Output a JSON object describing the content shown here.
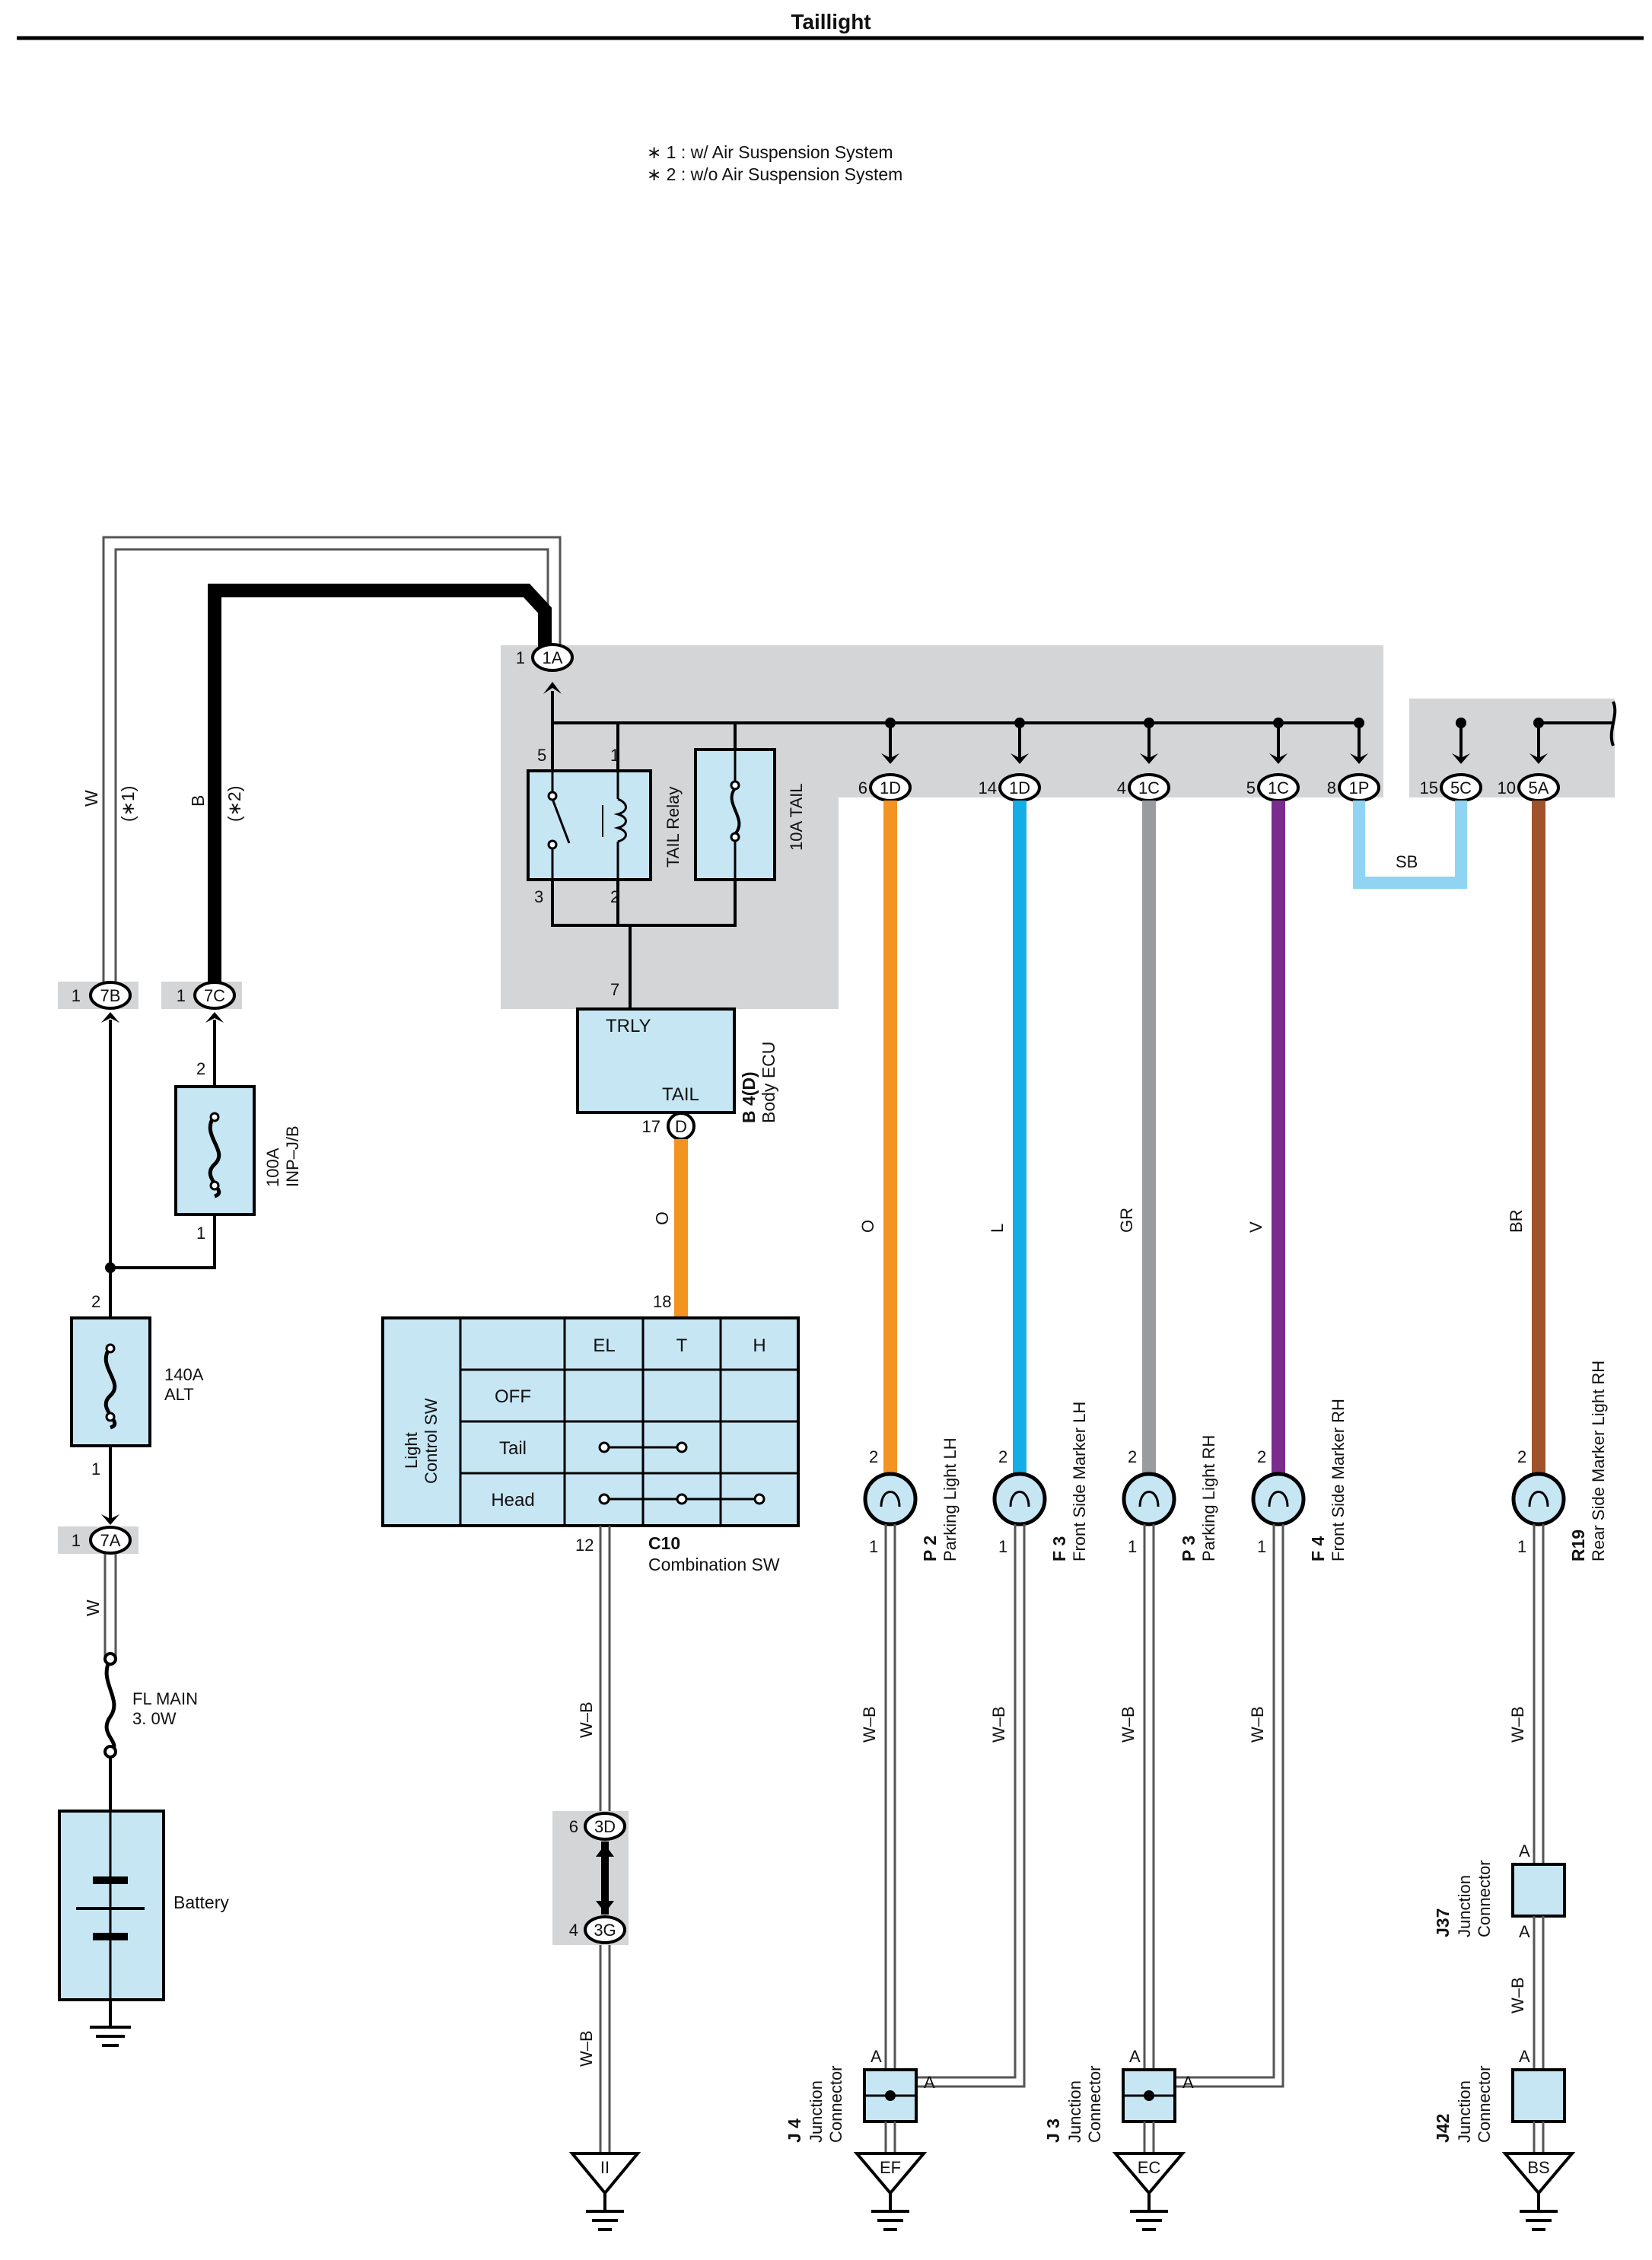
{
  "title": "Taillight",
  "notes": [
    "∗ 1 : w/ Air Suspension System",
    "∗ 2 : w/o Air Suspension System"
  ],
  "colors": {
    "box_fill": "#c6e6f4",
    "block_fill": "#d4d5d7",
    "O": "#f39321",
    "L": "#13aee6",
    "GR": "#9a9b9e",
    "V": "#7a2d8e",
    "SB": "#8fd4f2",
    "BR": "#a0522d"
  },
  "left": {
    "w1_label": "W",
    "w1_note": "(∗1)",
    "b2_label": "B",
    "b2_note": "(∗2)",
    "c7b": {
      "pin": "1",
      "id": "7B"
    },
    "c7c": {
      "pin": "1",
      "id": "7C"
    },
    "fuse100_pin_top": "2",
    "fuse100_pin_bot": "1",
    "fuse100_l1": "100A",
    "fuse100_l2": "INP–J/B",
    "alt_pin_top": "2",
    "alt_pin_bot": "1",
    "alt_l1": "140A",
    "alt_l2": "ALT",
    "c7a": {
      "pin": "1",
      "id": "7A"
    },
    "w2_label": "W",
    "flmain_l1": "FL MAIN",
    "flmain_l2": "3. 0W",
    "battery": "Battery"
  },
  "jb": {
    "c1a": {
      "pin": "1",
      "id": "1A"
    },
    "relay_pin5": "5",
    "relay_pin1": "1",
    "relay_pin3": "3",
    "relay_pin2": "2",
    "relay_label": "TAIL Relay",
    "fuse_label": "10A TAIL",
    "outs": [
      {
        "pin": "6",
        "id": "1D"
      },
      {
        "pin": "14",
        "id": "1D"
      },
      {
        "pin": "4",
        "id": "1C"
      },
      {
        "pin": "5",
        "id": "1C"
      },
      {
        "pin": "8",
        "id": "1P"
      }
    ],
    "out_right": [
      {
        "pin": "15",
        "id": "5C"
      },
      {
        "pin": "10",
        "id": "5A"
      }
    ],
    "sb": "SB",
    "pin7": "7"
  },
  "ecu": {
    "trly": "TRLY",
    "tail": "TAIL",
    "pin": "17",
    "conn": "D",
    "code": "B 4(D)",
    "name": "Body ECU",
    "wire": "O"
  },
  "csw": {
    "pin_top": "18",
    "title_l1": "Light",
    "title_l2": "Control SW",
    "cols": [
      "EL",
      "T",
      "H"
    ],
    "rows": [
      "OFF",
      "Tail",
      "Head"
    ],
    "pin_bot": "12",
    "code": "C10",
    "name": "Combination SW",
    "wire1": "W–B",
    "c3d": {
      "pin": "6",
      "id": "3D"
    },
    "c3g": {
      "pin": "4",
      "id": "3G"
    },
    "wire2": "W–B",
    "ground": "II"
  },
  "lamps": [
    {
      "wire": "O",
      "pin_top": "2",
      "pin_bot": "1",
      "code": "P 2",
      "name": "Parking Light LH",
      "gwire": "W–B"
    },
    {
      "wire": "L",
      "pin_top": "2",
      "pin_bot": "1",
      "code": "F 3",
      "name": "Front Side Marker LH",
      "gwire": "W–B"
    },
    {
      "wire": "GR",
      "pin_top": "2",
      "pin_bot": "1",
      "code": "P 3",
      "name": "Parking Light RH",
      "gwire": "W–B"
    },
    {
      "wire": "V",
      "pin_top": "2",
      "pin_bot": "1",
      "code": "F 4",
      "name": "Front Side Marker RH",
      "gwire": "W–B"
    },
    {
      "wire": "BR",
      "pin_top": "2",
      "pin_bot": "1",
      "code": "R19",
      "name": "Rear Side Marker Light RH",
      "gwire": "W–B"
    }
  ],
  "junctions": [
    {
      "code": "J 4",
      "name_l1": "Junction",
      "name_l2": "Connector",
      "pinA1": "A",
      "pinA2": "A",
      "ground": "EF"
    },
    {
      "code": "J 3",
      "name_l1": "Junction",
      "name_l2": "Connector",
      "pinA1": "A",
      "pinA2": "A",
      "ground": "EC"
    },
    {
      "code": "J37",
      "name_l1": "Junction",
      "name_l2": "Connector",
      "pinA1": "A",
      "pinA2": "A",
      "ground": ""
    },
    {
      "code": "J42",
      "name_l1": "Junction",
      "name_l2": "Connector",
      "pinA1": "A",
      "pinA2": "",
      "ground": "BS"
    }
  ],
  "wb_between": "W–B"
}
